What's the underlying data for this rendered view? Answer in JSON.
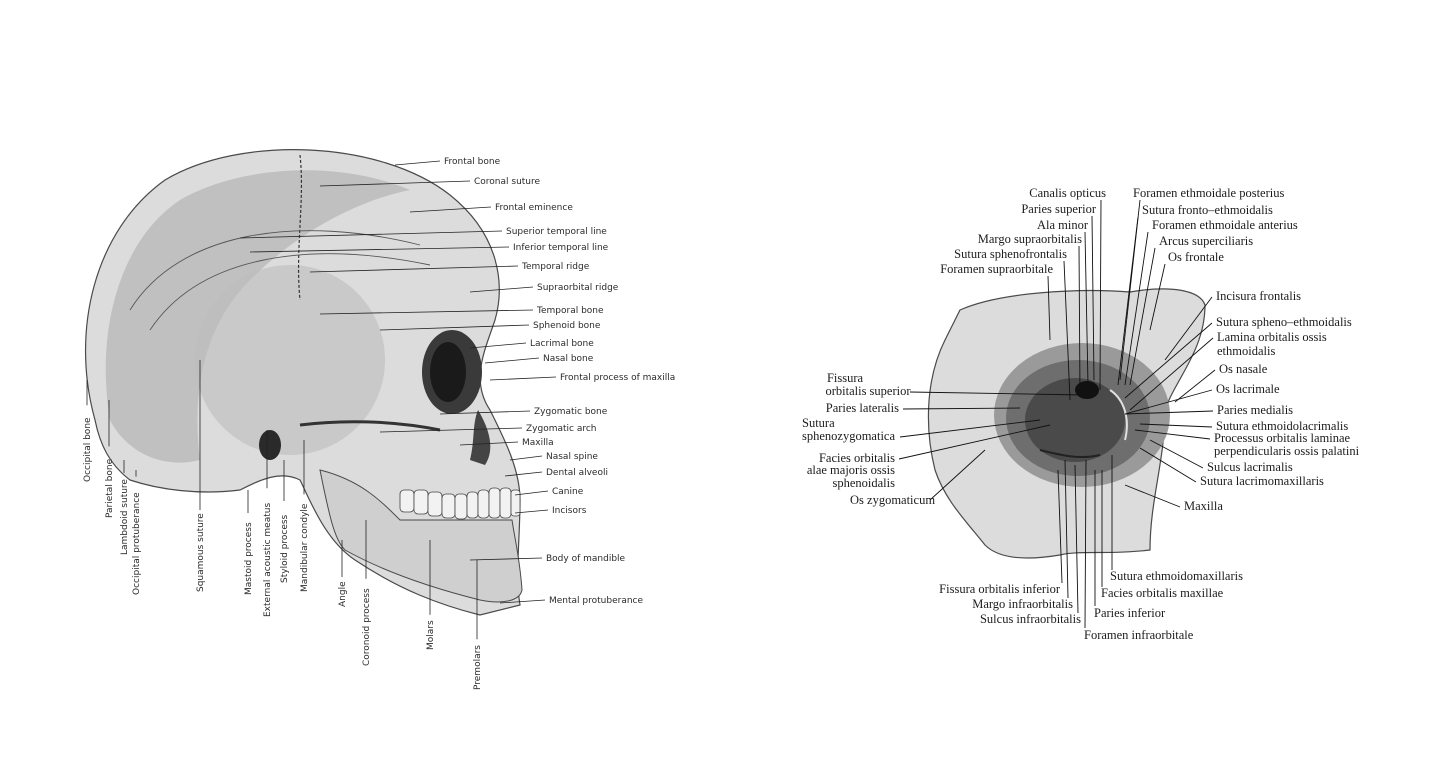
{
  "skull_figure": {
    "right_labels": [
      "Frontal bone",
      "Coronal suture",
      "Frontal eminence",
      "Superior temporal line",
      "Inferior temporal line",
      "Temporal ridge",
      "Supraorbital ridge",
      "Temporal bone",
      "Sphenoid bone",
      "Lacrimal bone",
      "Nasal bone",
      "Frontal process of maxilla",
      "Zygomatic bone",
      "Zygomatic arch",
      "Maxilla",
      "Nasal spine",
      "Dental alveoli",
      "Canine",
      "Incisors",
      "Body of mandible",
      "Mental protuberance"
    ],
    "bottom_labels": [
      "Occipital bone",
      "Parietal bone",
      "Lambdoid suture",
      "Occipital protuberance",
      "Squamous suture",
      "Mastoid process",
      "External acoustic meatus",
      "Styloid process",
      "Mandibular condyle",
      "Angle",
      "Coronoid process",
      "Molars",
      "Premolars"
    ]
  },
  "orbit_figure": {
    "top_labels": [
      "Canalis opticus",
      "Foramen ethmoidale posterius",
      "Paries superior",
      "Sutura fronto–ethmoidalis",
      "Ala minor",
      "Foramen ethmoidale anterius",
      "Margo supraorbitalis",
      "Arcus superciliaris",
      "Sutura sphenofrontalis",
      "Os frontale",
      "Foramen supraorbitale"
    ],
    "right_labels": [
      "Incisura frontalis",
      "Sutura spheno–ethmoidalis",
      "Lamina orbitalis ossis",
      "ethmoidalis",
      "Os nasale",
      "Os lacrimale",
      "Paries medialis",
      "Sutura ethmoidolacrimalis",
      "Processus orbitalis laminae",
      "perpendicularis ossis palatini",
      "Sulcus lacrimalis",
      "Sutura lacrimomaxillaris",
      "Maxilla"
    ],
    "left_labels": [
      "Fissura",
      "orbitalis superior",
      "Paries lateralis",
      "Sutura",
      "sphenozygomatica",
      "Facies orbitalis",
      "alae majoris ossis",
      "sphenoidalis",
      "Os zygomaticum"
    ],
    "bottom_labels": [
      "Sutura ethmoidomaxillaris",
      "Fissura  orbitalis inferior",
      "Facies orbitalis maxillae",
      "Margo infraorbitalis",
      "Paries inferior",
      "Sulcus infraorbitalis",
      "Foramen infraorbitale"
    ]
  }
}
